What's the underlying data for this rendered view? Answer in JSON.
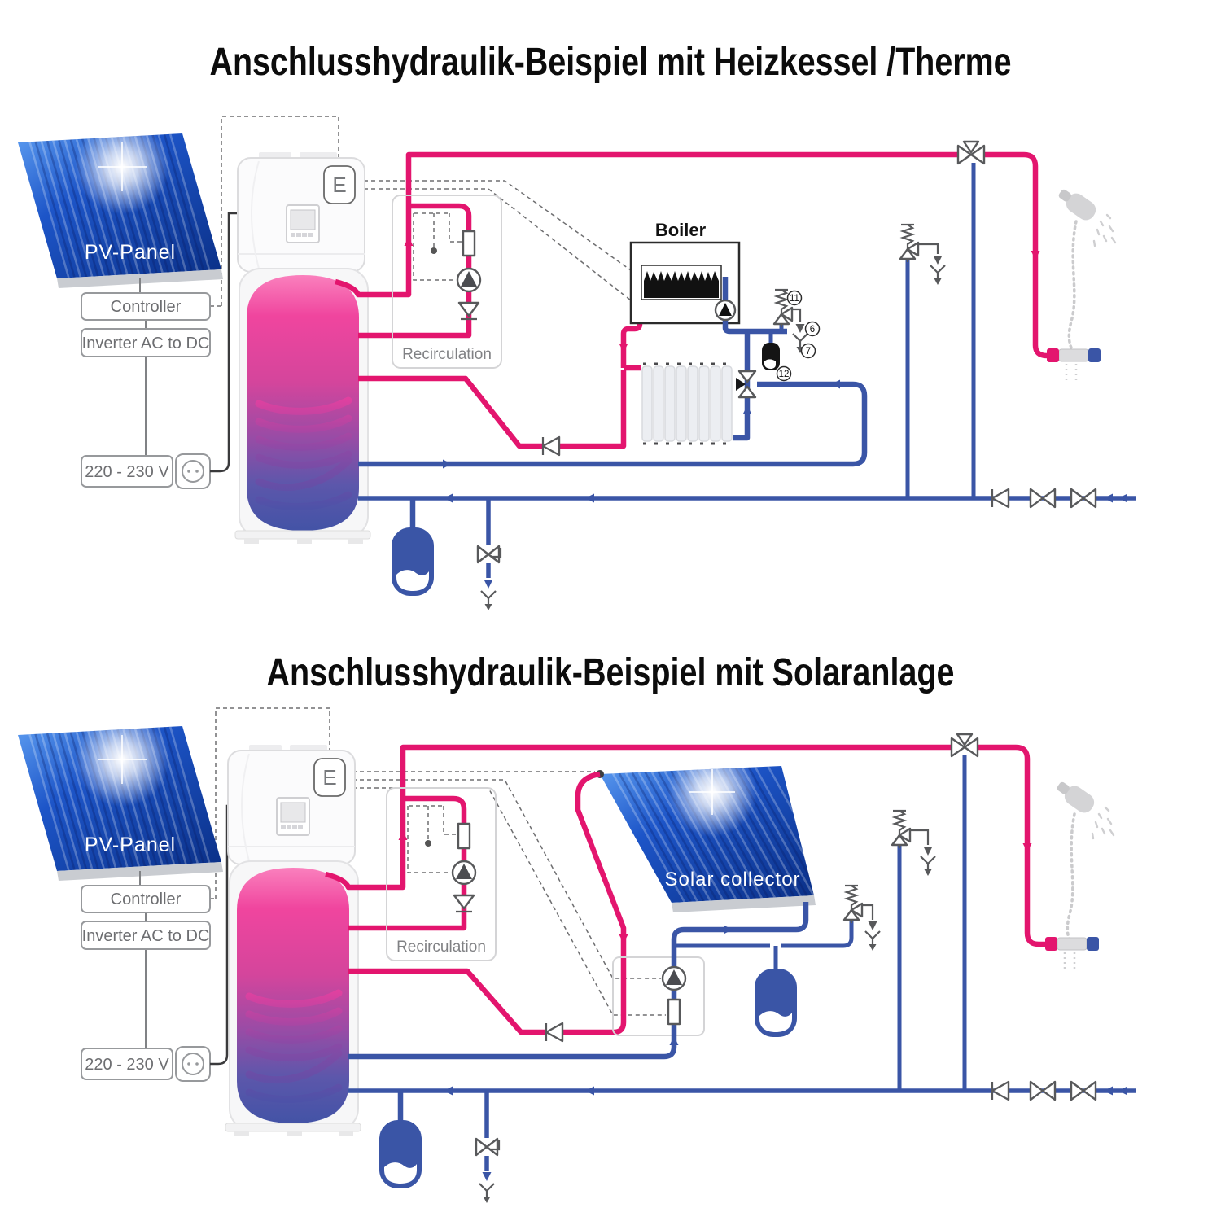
{
  "colors": {
    "hot_pipe": "#e3156e",
    "cold_pipe": "#3a55a6",
    "symbol_gray": "#58595b",
    "label_gray": "#6d6e71",
    "panel_blue": "#1d55c8",
    "tank_top_pink": "#f0459e",
    "tank_bottom_blue": "#4353a6",
    "boiler_outline": "#2b2b2b"
  },
  "diagram_top": {
    "title": "Anschlusshydraulik-Beispiel mit Heizkessel /Therme",
    "pv_panel": "PV-Panel",
    "controller": "Controller",
    "inverter": "Inverter AC to DC",
    "voltage": "220 - 230 V",
    "heat_pump_port": "E",
    "recirculation": "Recirculation",
    "boiler": "Boiler",
    "callout_11": "11",
    "callout_6": "6",
    "callout_7": "7",
    "callout_12": "12"
  },
  "diagram_bottom": {
    "title": "Anschlusshydraulik-Beispiel mit Solaranlage",
    "pv_panel": "PV-Panel",
    "controller": "Controller",
    "inverter": "Inverter AC to DC",
    "voltage": "220 - 230 V",
    "heat_pump_port": "E",
    "recirculation": "Recirculation",
    "solar_collector": "Solar collector"
  }
}
